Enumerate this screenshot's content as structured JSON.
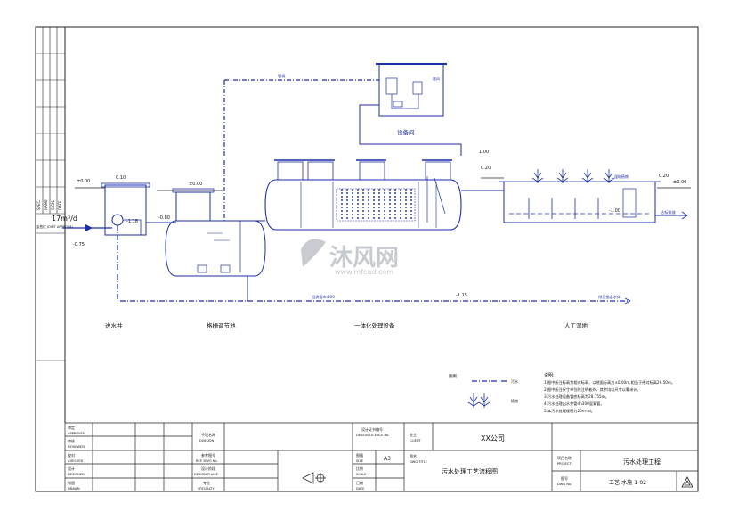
{
  "labels": {
    "equipment_room": "设备间",
    "pipe_top": "管线",
    "inlet_flow": "17m³/d",
    "el_inlet": "-0.75",
    "el_ground_left": "±0.00",
    "el_well_top": "0.10",
    "el_well_water": "-1.18",
    "el_reg_top": "±0.00",
    "el_reg_water": "-0.80",
    "el_equip_top": "1.00",
    "el_equip_out": "0.20",
    "el_wet_top": "0.20",
    "el_wet_ground": "±0.00",
    "el_wet_water": "-1.00",
    "el_return": "-1.15",
    "return_pipe": "回流管dn300",
    "discharge_right": "达标排放",
    "discharge_bottom": "排至指定水体",
    "wet_label_top": "湿地植物",
    "inlet_well": "进水井",
    "reg_tank": "格栅调节池",
    "integrated": "一体化处理设备",
    "wetland": "人工湿地",
    "legend_title": "图例",
    "legend_pipe": "污水",
    "legend_plant": "植物",
    "watermark_cn": "沐风网",
    "watermark_en": "www.mfcad.com",
    "joint_approval": "会签栏 JOINT APPROVAL",
    "side_spec": "SPEC.",
    "side_name": "NAME",
    "side_sign": "SIGN.",
    "side_date": "DATE"
  },
  "notes": {
    "title": "说明:",
    "lines": [
      "1.图中所注标高为相对标高，以地面标高为±0.00m,相当于绝对标高29.50m。",
      "2.图中所注尺寸单位除注明者外，其余均以尺寸以毫米计。",
      "3.污水处理设备管底标高为28.755m。",
      "4.污水处理出水井管dn300混凝管。",
      "5.本污水处理规模为20m³/d。"
    ]
  },
  "title_block": {
    "approved_cn": "审定",
    "approved_en": "APPROVED",
    "reviewed_cn": "审核",
    "reviewed_en": "REVIEWED",
    "checked_cn": "校对",
    "checked_en": "CHECKED",
    "designed_cn": "设计",
    "designed_en": "DESIGNED",
    "drawn_cn": "制图",
    "drawn_en": "DRAWN",
    "division_cn": "子项名称",
    "division_en": "DIVISION",
    "ref_cn": "参考图号",
    "ref_en": "REF. DWG No.",
    "phase_cn": "设计阶段",
    "phase_en": "DESIGN PHASE",
    "specialty_cn": "专业",
    "specialty_en": "SPECIALTY",
    "licence_cn": "设计证书编号",
    "licence_en": "DESIGN LICENCE No.",
    "size_cn": "图幅",
    "size_en": "SIZE",
    "size_value": "A3",
    "scale_cn": "比例",
    "scale_en": "SCALE",
    "date_cn": "日期",
    "date_en": "DATE",
    "client_cn": "业主",
    "client_en": "CLIENT",
    "client_value": "XX公司",
    "dwg_title_cn": "图名",
    "dwg_title_en": "DWG TITLE",
    "dwg_title_value": "污水处理工艺流程图",
    "project_cn": "项目名称",
    "project_en": "PROJECT",
    "project_value": "污水处理工程",
    "dwg_no_cn": "图号",
    "dwg_no_en": "DWG No.",
    "dwg_no_value": "工艺-水施-1-02"
  },
  "colors": {
    "process": "#1c2ea8",
    "border": "#222222",
    "watermark": "#9aa0a8"
  }
}
